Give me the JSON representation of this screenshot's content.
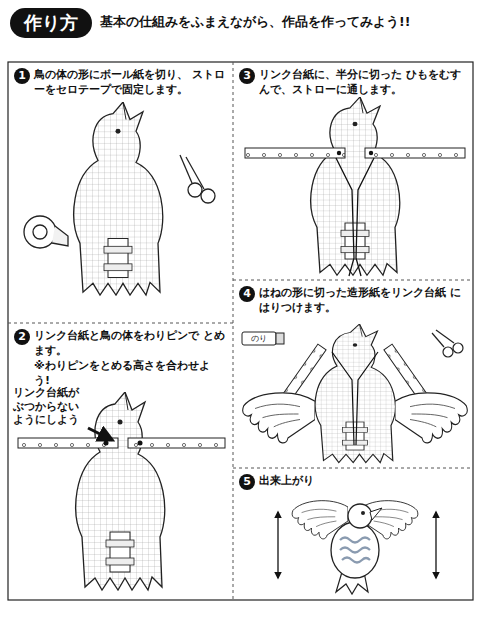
{
  "diagram": {
    "title": "作り方",
    "nodes": [
      {
        "text": [
          "鳥の体の形にボール紙を切り、 ストローをセロテープで固定します。"
        ]
      },
      {
        "text": [
          "リンク台紙と鳥の体をわりピンで とめます。",
          "※わりピンをとめる高さを合わせよう!"
        ]
      },
      {
        "text": [
          "リンク台紙に、半分に切った ひもをむすんで、ストローに通します。"
        ]
      },
      {
        "text": [
          "はねの形に切った造形紙をリンク台紙 にはりつけます。"
        ]
      },
      {
        "text": [
          "出来上がり"
        ]
      }
    ],
    "labels": [
      "基本の仕組みをふまえながら、作品を作ってみよう!!",
      "1",
      "2",
      "3",
      "4",
      "5",
      "リンク台紙が ぶつからない ようにしよう",
      "のり"
    ]
  }
}
